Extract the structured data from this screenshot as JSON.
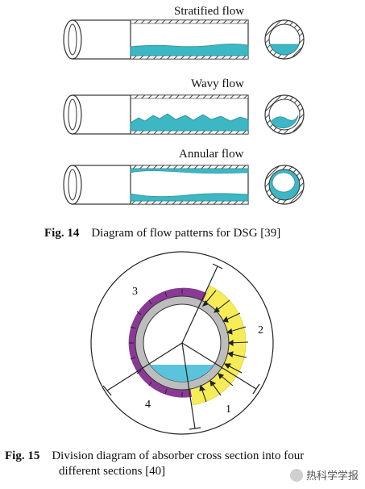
{
  "fig14": {
    "patterns": [
      "Stratified flow",
      "Wavy flow",
      "Annular flow"
    ],
    "caption_label": "Fig. 14",
    "caption_text": "Diagram of flow patterns for DSG [39]"
  },
  "fig15": {
    "section_numbers": [
      "1",
      "2",
      "3",
      "4"
    ],
    "caption_label": "Fig. 15",
    "caption_line1": "Division diagram of absorber cross section into four",
    "caption_line2": "different sections [40]"
  },
  "watermark": "热科学学报",
  "colors": {
    "water": "#3cb7c3",
    "hatch": "#555555",
    "yellow": "#f6ec58",
    "purple": "#8a3a96",
    "gray_ring": "#bdbdbd",
    "liquid": "#5bc3dc"
  }
}
